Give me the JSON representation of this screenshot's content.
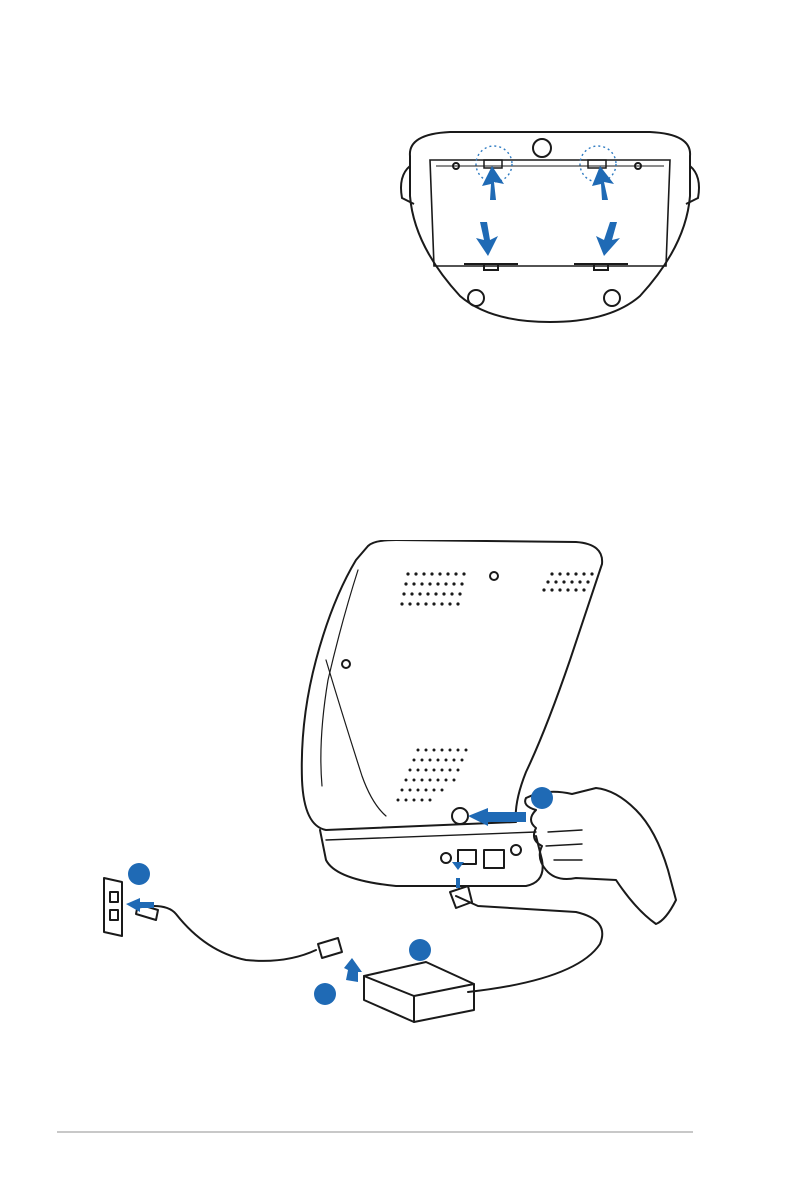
{
  "colors": {
    "line": "#1a1a1a",
    "arrow": "#1f6ab5",
    "marker": "#1f6ab5",
    "dotted": "#2f7bc2",
    "rule": "#c8c8c8"
  },
  "figures": [
    {
      "name": "stand-clips-figure",
      "icons": [
        "clip-arrow-up-icon",
        "clip-arrow-down-icon"
      ]
    },
    {
      "name": "power-connection-figure",
      "icons": [
        "power-button-icon",
        "wall-outlet-icon",
        "power-adapter-icon",
        "hand-icon"
      ]
    }
  ],
  "step_markers": [
    {
      "id": "marker-1"
    },
    {
      "id": "marker-2"
    },
    {
      "id": "marker-3"
    },
    {
      "id": "marker-4"
    }
  ]
}
